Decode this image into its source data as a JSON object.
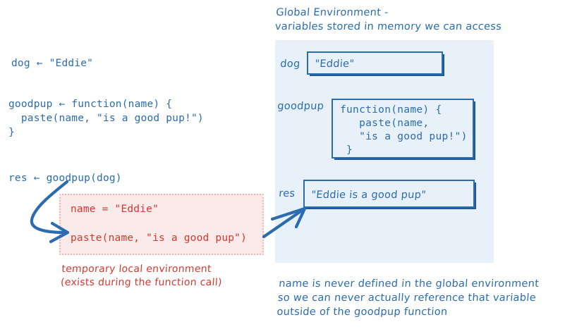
{
  "source_code": {
    "dog_assignment": "dog ← \"Eddie\"",
    "goodpup_definition": "goodpup ← function(name) {\n  paste(name, \"is a good pup!\")\n}",
    "res_assignment": "res ← goodpup(dog)"
  },
  "local_environment": {
    "line_1": "name = \"Eddie\"",
    "line_2": "paste(name, \"is a good pup\")",
    "caption": "temporary local environment\n(exists during the function call)",
    "box_color": "#fbeaea",
    "border_color": "#f0b6b3",
    "text_color": "#d6382f"
  },
  "global_environment": {
    "heading": "Global Environment -\nvariables stored in memory we can access",
    "panel_color": "#e8f1f9",
    "accent_color": "#2b6cb0",
    "variables": [
      {
        "name": "dog",
        "value": "\"Eddie\""
      },
      {
        "name": "goodpup",
        "value": "function(name) {\n   paste(name,\n   \"is a good pup!\")\n }"
      },
      {
        "name": "res",
        "value": "\"Eddie is a good pup\""
      }
    ],
    "caption": "name is never defined in the global environment\nso we can never actually reference that variable\noutside of the goodpup function"
  }
}
